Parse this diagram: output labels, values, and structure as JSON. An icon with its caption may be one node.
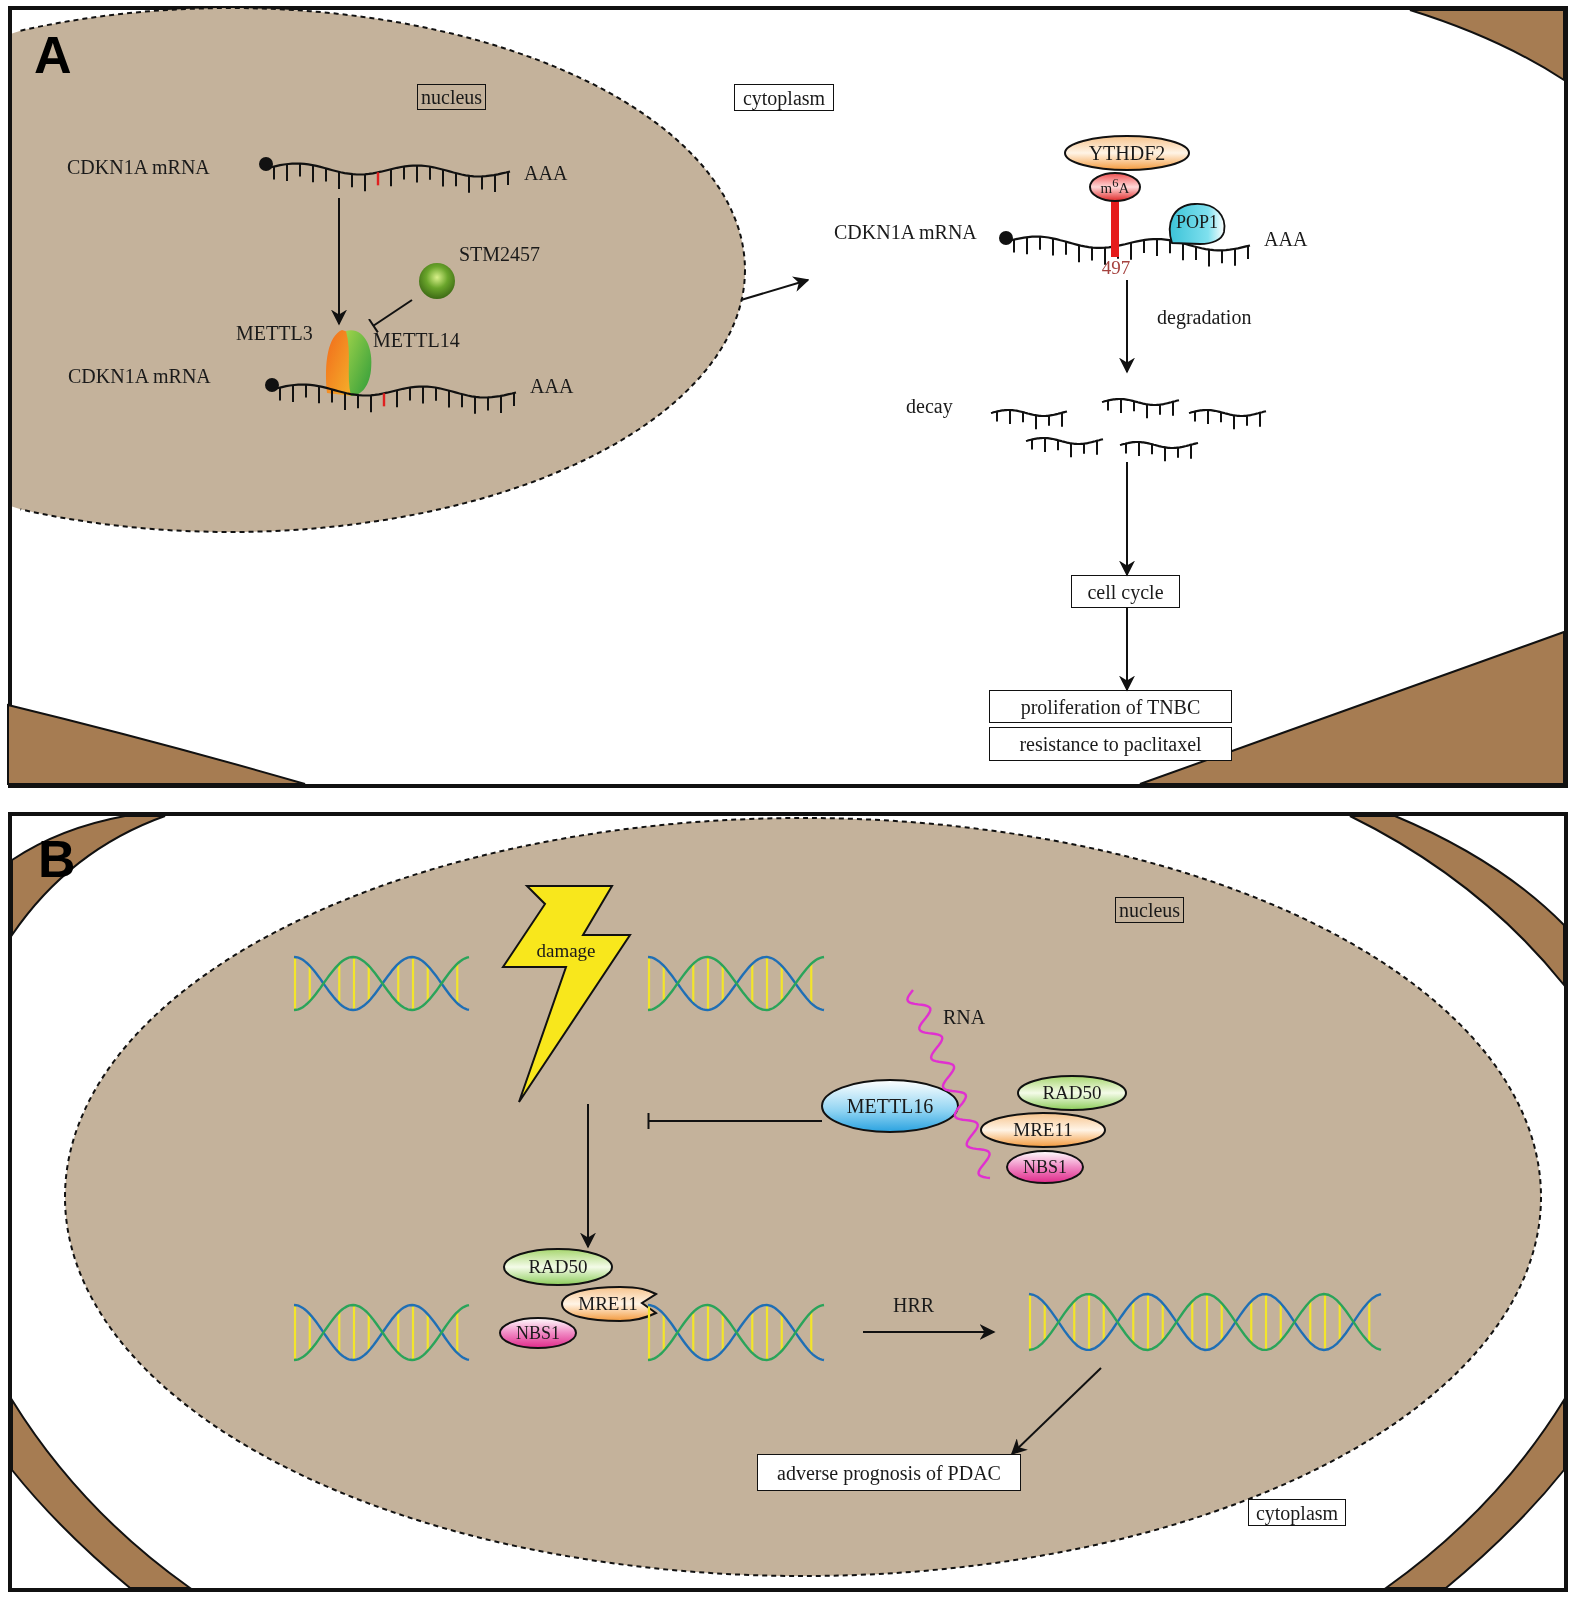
{
  "diagram": {
    "nodes": [
      {
        "text": [],
        "shape": "box"
      },
      {
        "text": [
          "nucleus"
        ],
        "in": 0
      },
      {
        "text": [
          "CDKN1A mRNA",
          "AAA"
        ],
        "in": 1
      },
      {
        "text": [
          "STM2457"
        ],
        "in": 1
      },
      {
        "text": [
          "METTL3",
          "METTL14"
        ],
        "in": 1
      },
      {
        "text": [
          "CDKN1A mRNA",
          "AAA"
        ],
        "in": 1
      },
      {
        "text": [
          "cytoplasm"
        ],
        "in": 0
      },
      {
        "text": [
          "YTHDF2",
          "m$^{6}$A",
          "POP1",
          "CDKN1A mRNA",
          "AAA",
          "497"
        ],
        "in": 0
      },
      {
        "text": [
          "decay"
        ],
        "in": 0
      },
      {
        "text": [
          "cell cycle"
        ],
        "in": 0
      },
      {
        "text": [
          "proliferation of TNBC"
        ],
        "in": 0
      },
      {
        "text": [
          "resistance to paclitaxel"
        ],
        "in": 0
      },
      {
        "text": [],
        "shape": "box"
      },
      {
        "text": [
          "nucleus"
        ],
        "in": 12
      },
      {
        "text": [
          "damage"
        ],
        "in": 13
      },
      {
        "text": [],
        "shape": "helix",
        "in": 13
      },
      {
        "text": [],
        "shape": "helix",
        "in": 13
      },
      {
        "text": [
          "RNA",
          "METTL16",
          "RAD50",
          "MRE11",
          "NBS1"
        ],
        "in": 13
      },
      {
        "text": [
          "RAD50",
          "MRE11",
          "NBS1"
        ],
        "in": 13
      },
      {
        "text": [],
        "shape": "helix",
        "in": 13
      },
      {
        "text": [],
        "shape": "helix",
        "in": 13
      },
      {
        "text": [],
        "shape": "helix",
        "in": 13
      },
      {
        "text": [
          "adverse prognosis of PDAC"
        ],
        "in": 13
      },
      {
        "text": [
          "cytoplasm"
        ],
        "in": 12
      }
    ],
    "edges": [
      {
        "from": 2,
        "to": 4,
        "arrow": "to"
      },
      {
        "from": 3,
        "to": 4,
        "arrow": "other"
      },
      {
        "from": 1,
        "to": 7,
        "arrow": "to"
      },
      {
        "from": 7,
        "to": 8,
        "arrow": "to",
        "label": "degradation"
      },
      {
        "from": 8,
        "to": 9,
        "arrow": "to"
      },
      {
        "from": 9,
        "to": 10,
        "arrow": "to"
      },
      {
        "from": 14,
        "to": 18,
        "arrow": "to"
      },
      {
        "from": 17,
        "to": null,
        "arrow": "other"
      },
      {
        "from": 20,
        "to": 21,
        "arrow": "to",
        "label": "HRR"
      },
      {
        "from": 21,
        "to": 22,
        "arrow": "to"
      }
    ],
    "labels": [
      "A",
      "B"
    ]
  }
}
